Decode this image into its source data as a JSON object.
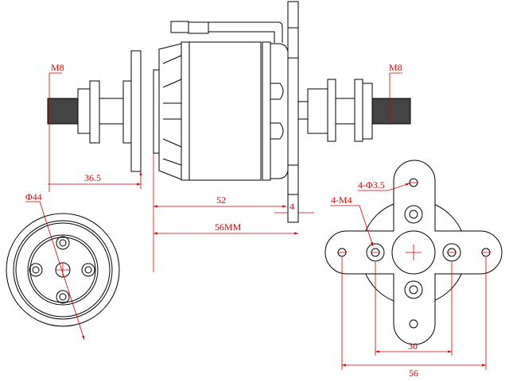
{
  "drawing": {
    "side_view": {
      "left_thread_label": "M8",
      "right_thread_label": "M8",
      "prop_adapter_length": "36.5",
      "body_length": "52",
      "mount_thickness": "4",
      "total_length": "56MM"
    },
    "front_view": {
      "diameter_label": "Φ44"
    },
    "mount_view": {
      "outer_holes_label": "4-Φ3.5",
      "inner_holes_label": "4-M4",
      "inner_spacing": "30",
      "outer_spacing": "56"
    },
    "colors": {
      "line": "#000000",
      "dimension": "#d00000",
      "hatch": "#c080c0"
    }
  }
}
